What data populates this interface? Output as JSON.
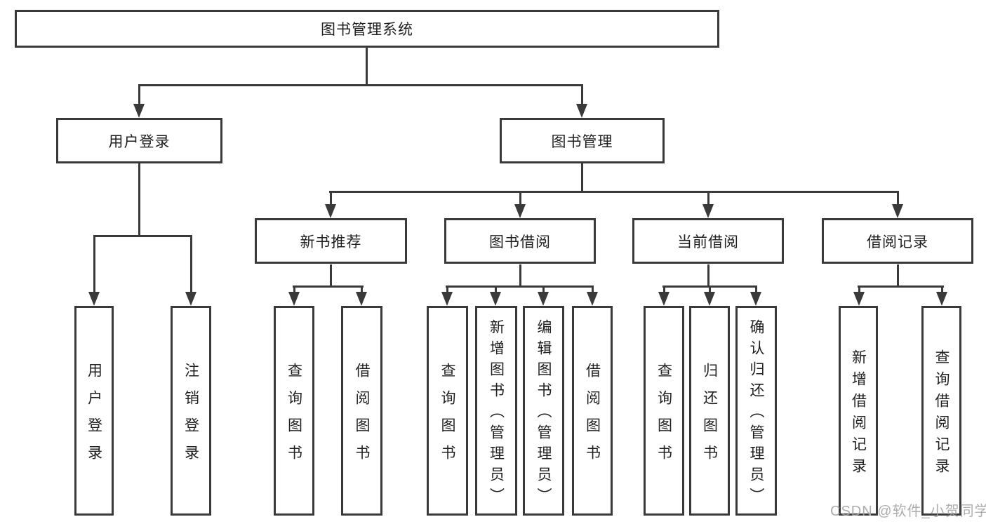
{
  "diagram_title": "图书管理系统",
  "watermark": "CSDN @软件_小贺同学",
  "colors": {
    "line": "#3a3a3a",
    "text": "#1f1f1f",
    "background": "#ffffff",
    "watermark": "#a4a4a4"
  },
  "nodes": {
    "root": {
      "label": "图书管理系统"
    },
    "user_login": {
      "label": "用户登录"
    },
    "book_mgmt": {
      "label": "图书管理"
    },
    "new_book": {
      "label": "新书推荐"
    },
    "book_borrow": {
      "label": "图书借阅"
    },
    "current_borrow": {
      "label": "当前借阅"
    },
    "borrow_record": {
      "label": "借阅记录"
    },
    "v_user_login": {
      "label": "用户登录"
    },
    "v_logout": {
      "label": "注销登录"
    },
    "v_query_book_1": {
      "label": "查询图书"
    },
    "v_borrow_book_1": {
      "label": "借阅图书"
    },
    "v_query_book_2": {
      "label": "查询图书"
    },
    "v_add_book": {
      "label": "新增图书（管理员）"
    },
    "v_edit_book": {
      "label": "编辑图书（管理员）"
    },
    "v_borrow_book_2": {
      "label": "借阅图书"
    },
    "v_query_book_3": {
      "label": "查询图书"
    },
    "v_return_book": {
      "label": "归还图书"
    },
    "v_confirm_return": {
      "label": "确认归还（管理员）"
    },
    "v_add_record": {
      "label": "新增借阅记录"
    },
    "v_query_record": {
      "label": "查询借阅记录"
    }
  },
  "hierarchy": {
    "图书管理系统": {
      "用户登录": [
        "用户登录",
        "注销登录"
      ],
      "图书管理": {
        "新书推荐": [
          "查询图书",
          "借阅图书"
        ],
        "图书借阅": [
          "查询图书",
          "新增图书（管理员）",
          "编辑图书（管理员）",
          "借阅图书"
        ],
        "当前借阅": [
          "查询图书",
          "归还图书",
          "确认归还（管理员）"
        ],
        "借阅记录": [
          "新增借阅记录",
          "查询借阅记录"
        ]
      }
    }
  }
}
